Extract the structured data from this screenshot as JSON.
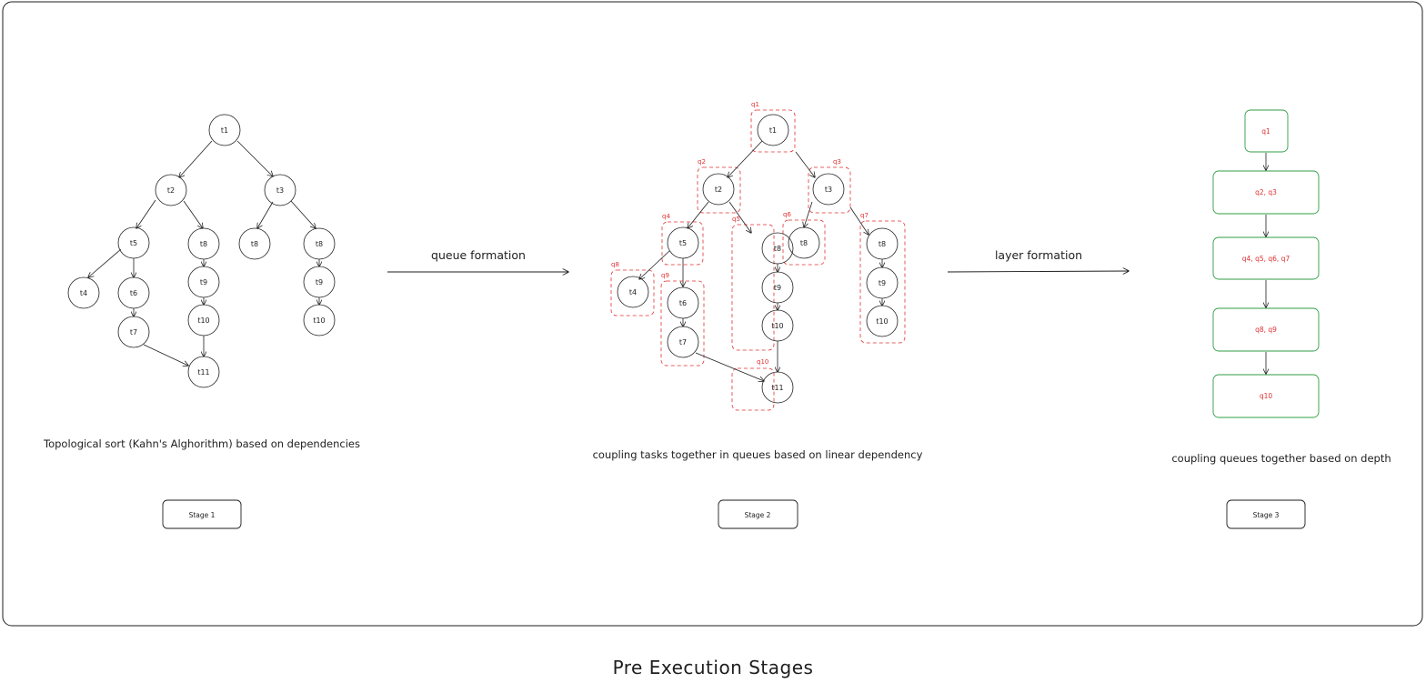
{
  "page_title": "Pre Execution Stages",
  "colors": {
    "stroke": "#1e1e1e",
    "queue": "#e03131",
    "layer": "#2f9e44"
  },
  "arrows": {
    "a1_label": "queue formation",
    "a2_label": "layer formation"
  },
  "stage1": {
    "caption": "Topological sort (Kahn's Alghorithm) based on dependencies",
    "button": "Stage 1",
    "nodes": [
      "t1",
      "t2",
      "t3",
      "t5",
      "t8",
      "t8",
      "t8",
      "t4",
      "t6",
      "t9",
      "t9",
      "t10",
      "t10",
      "t7",
      "t11"
    ]
  },
  "stage2": {
    "caption": "coupling tasks together in queues based on linear dependency",
    "button": "Stage 2",
    "nodes": [
      "t1",
      "t2",
      "t3",
      "t5",
      "t8",
      "t8",
      "t8",
      "t4",
      "t6",
      "t9",
      "t9",
      "t7",
      "t10",
      "t10",
      "t11"
    ],
    "queues": [
      "q1",
      "q2",
      "q3",
      "q4",
      "q5",
      "q6",
      "q7",
      "q8",
      "q9",
      "q10"
    ]
  },
  "stage3": {
    "caption": "coupling queues together based on depth",
    "button": "Stage 3",
    "layers": [
      "q1",
      "q2, q3",
      "q4, q5, q6, q7",
      "q8, q9",
      "q10"
    ]
  }
}
